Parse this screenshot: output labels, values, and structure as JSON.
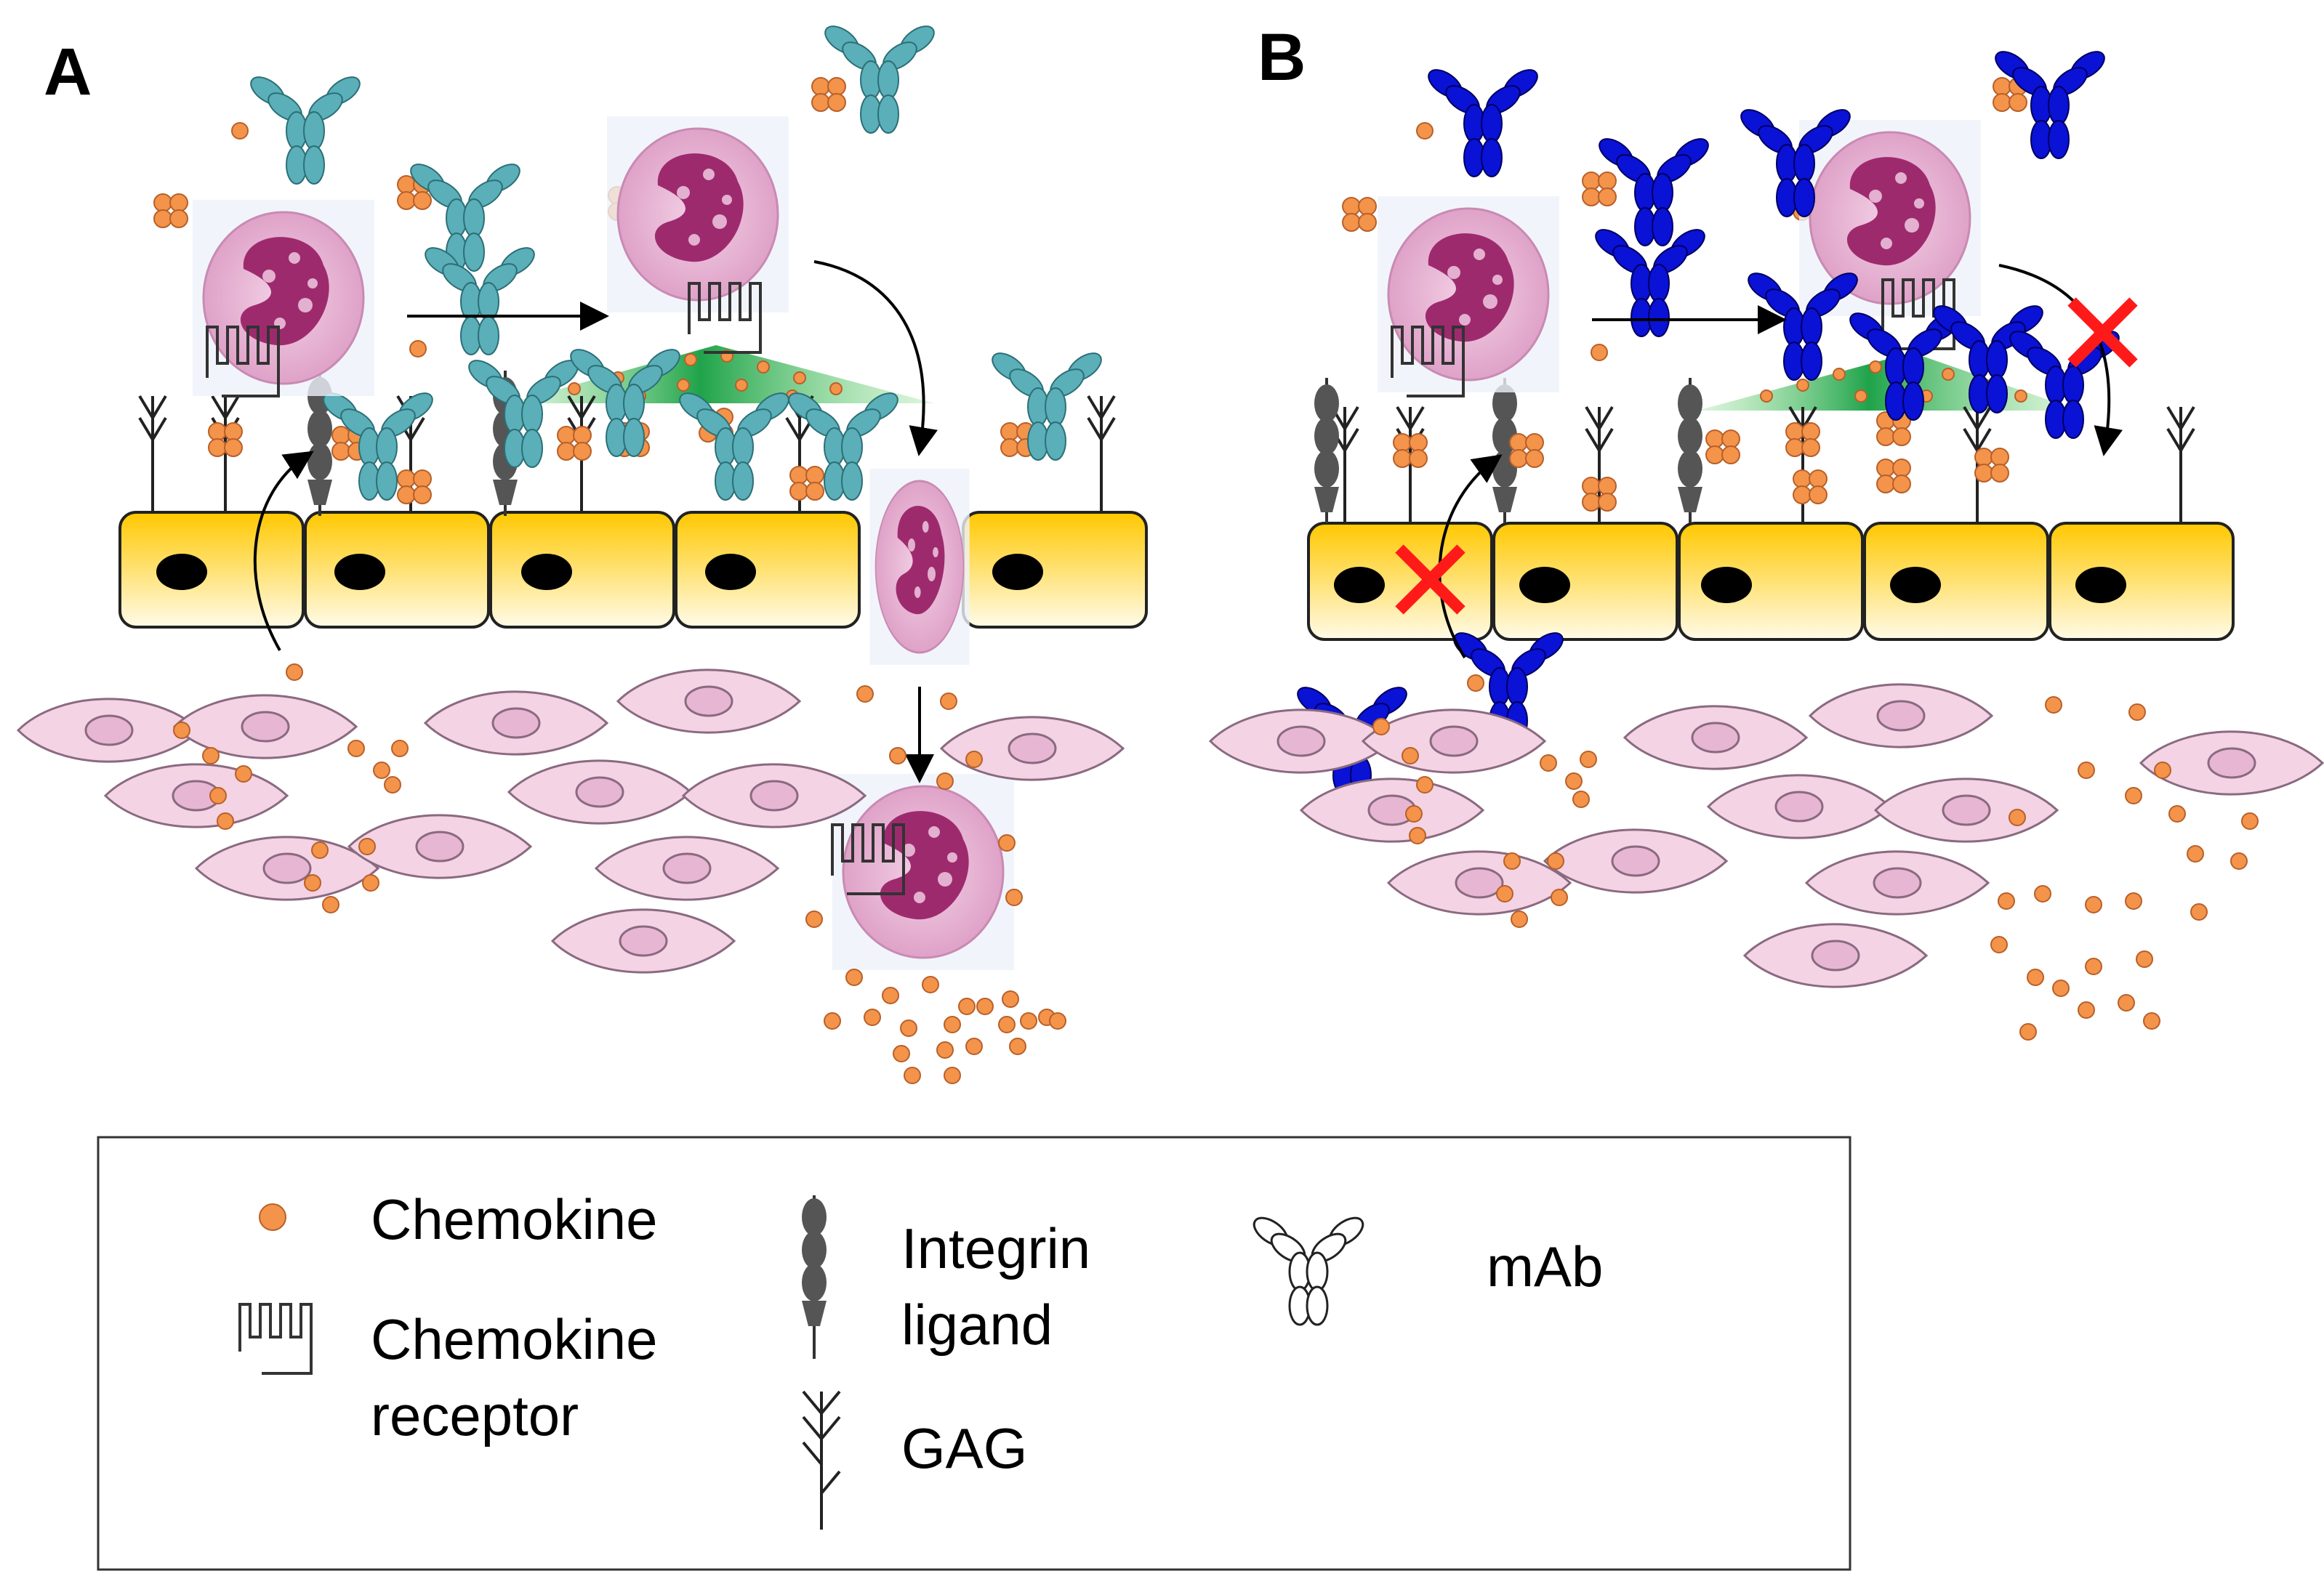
{
  "panels": {
    "a": {
      "label": "A"
    },
    "b": {
      "label": "B"
    }
  },
  "legend": {
    "chemokine": "Chemokine",
    "chemokine_receptor_line1": "Chemokine",
    "chemokine_receptor_line2": "receptor",
    "integrin_line1": "Integrin",
    "integrin_line2": "ligand",
    "gag": "GAG",
    "mab": "mAb"
  },
  "colors": {
    "chemokine": "#F4934A",
    "endothelial_top": "#FFC800",
    "endothelial_bottom": "#FFFBE8",
    "nucleus": "#000000",
    "leukocyte_body": "#E8B3D4",
    "leukocyte_nucleus": "#9E2A6E",
    "fibroblast": "#F3D3E4",
    "gradient": "#1FA34A",
    "integrin": "#555555",
    "mab_panel_a": "#5AAFB8",
    "mab_panel_b": "#0A12D6",
    "block_x": "#FF1A1A"
  },
  "icons": [
    "chemokine-dot-icon",
    "chemokine-receptor-icon",
    "integrin-ligand-icon",
    "gag-icon",
    "mab-icon",
    "block-x-icon",
    "arrow-icon"
  ]
}
